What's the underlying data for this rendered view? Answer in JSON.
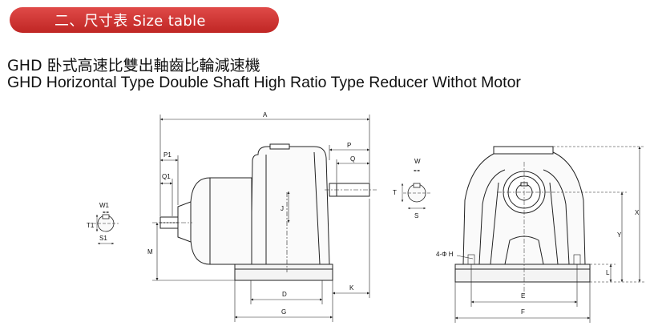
{
  "header": {
    "banner_label": "二、尺寸表 Size table"
  },
  "titles": {
    "chinese": "GHD 卧式高速比雙出軸齒比輪減速機",
    "english": "GHD Horizontal Type Double Shaft High Ratio Type Reducer Withot Motor"
  },
  "dimensions": {
    "A": "A",
    "P": "P",
    "Q": "Q",
    "P1": "P1",
    "Q1": "Q1",
    "J": "J",
    "M": "M",
    "D": "D",
    "G": "G",
    "K": "K",
    "W1": "W1",
    "T1": "T1",
    "S1": "S1",
    "W": "W",
    "T": "T",
    "S": "S",
    "X": "X",
    "Y": "Y",
    "L": "L",
    "E": "E",
    "F": "F",
    "hole": "4-Φ H"
  },
  "colors": {
    "banner": "#d0302e",
    "line": "#222222"
  }
}
